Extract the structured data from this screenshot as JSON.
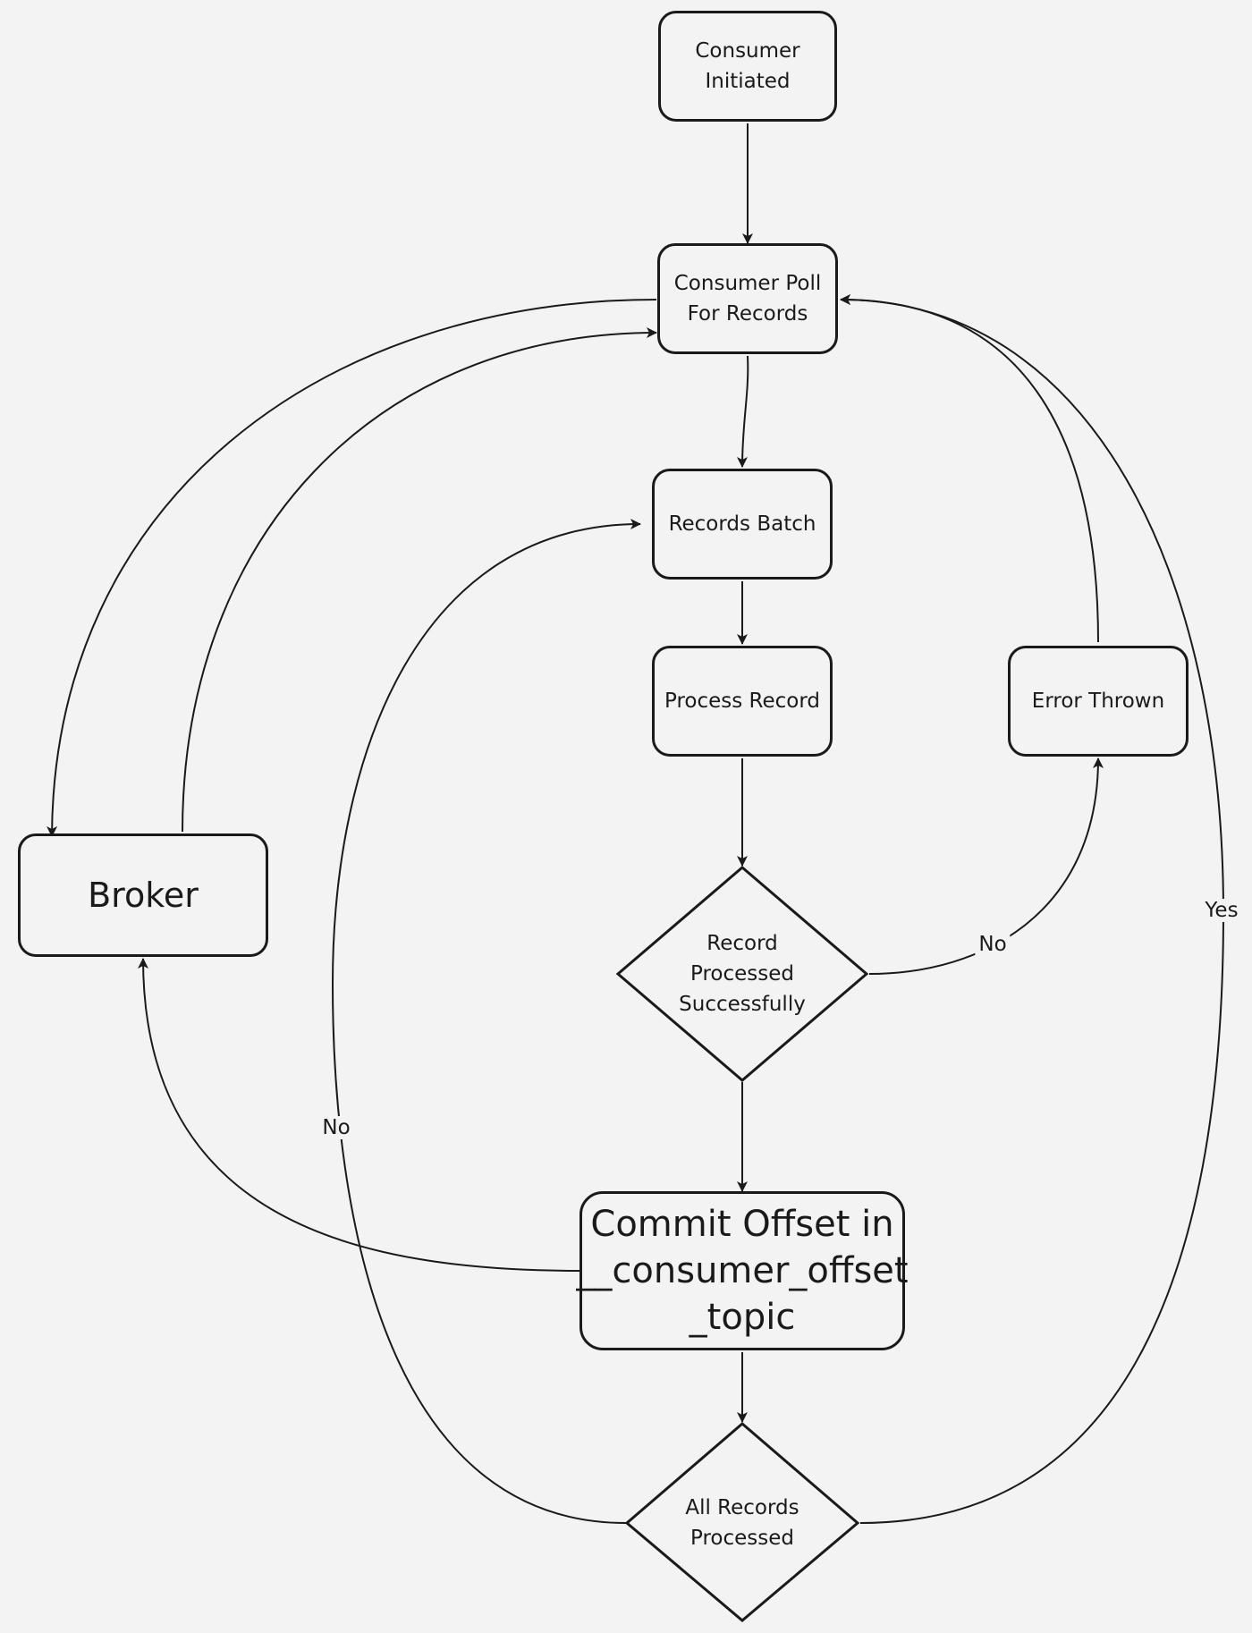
{
  "nodes": {
    "consumer_initiated": [
      "Consumer",
      "Initiated"
    ],
    "consumer_poll": [
      "Consumer Poll",
      "For Records"
    ],
    "records_batch": "Records Batch",
    "process_record": "Process Record",
    "error_thrown": "Error Thrown",
    "broker": "Broker",
    "record_processed": [
      "Record",
      "Processed",
      "Successfully"
    ],
    "commit_offset": [
      "Commit Offset in",
      "__consumer_offset",
      "_topic"
    ],
    "all_records": [
      "All Records",
      "Processed"
    ]
  },
  "edge_labels": {
    "no_error": "No",
    "no_batch": "No",
    "yes_poll": "Yes"
  }
}
